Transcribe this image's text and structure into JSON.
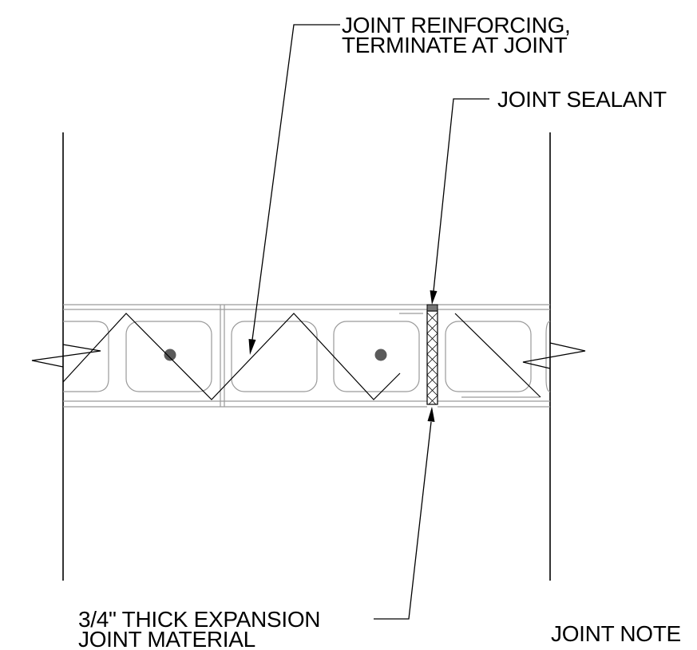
{
  "annotations": {
    "joint_reinforcing": {
      "line1": "JOINT REINFORCING,",
      "line2": "TERMINATE AT JOINT"
    },
    "joint_sealant": "JOINT SEALANT",
    "expansion_material": {
      "line1": "3/4\" THICK EXPANSION",
      "line2": "JOINT MATERIAL"
    },
    "joint_note": "JOINT NOTE"
  }
}
